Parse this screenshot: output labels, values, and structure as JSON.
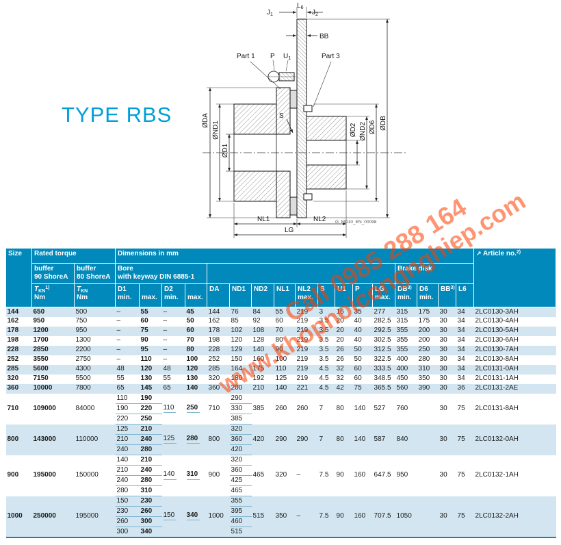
{
  "colors": {
    "header_bg": "#0089ba",
    "stripe": "#d2e5f0",
    "accent_title": "#009fd9",
    "watermark": "#ff3d00",
    "subline": "#7fb5d1"
  },
  "title": {
    "text": "TYPE RBS"
  },
  "watermark": {
    "line1": "Call 0985 288 164",
    "line2": "www.khopnoicongnghiep.com"
  },
  "drawing": {
    "labels": {
      "j1_base": "J",
      "j1_sub": "1",
      "l6_base": "L",
      "l6_sub": "6",
      "j2_base": "J",
      "j2_sub": "2",
      "bb": "BB",
      "part1": "Part 1",
      "p": "P",
      "u1_base": "U",
      "u1_sub": "1",
      "part3": "Part 3",
      "da": "ØDA",
      "nd1": "ØND1",
      "d1": "ØD1",
      "s": "S",
      "d2": "ØD2",
      "nd2": "ØND2",
      "d6": "ØD6",
      "db": "ØDB",
      "nl1": "NL1",
      "nl2": "NL2",
      "lg": "LG",
      "ref": "G_MD10_EN_00098"
    }
  },
  "table": {
    "header": {
      "size": "Size",
      "rated_torque": "Rated torque",
      "dimensions": "Dimensions in mm",
      "arrow": "↗",
      "article": "Article no.",
      "article_sup": "2)",
      "buffer90_a": "buffer",
      "buffer90_b": "90 ShoreA",
      "buffer80_a": "buffer",
      "buffer80_b": "80 ShoreA",
      "bore_a": "Bore",
      "bore_b": "with keyway DIN 6885-1",
      "brake_disk": "Brake disk",
      "t_base": "T",
      "t_sub": "KN",
      "t90_sup": "1)",
      "nm": "Nm",
      "d1": "D1",
      "d2": "D2",
      "min": "min.",
      "max": "max.",
      "da": "DA",
      "nd1": "ND1",
      "nd2": "ND2",
      "nl1": "NL1",
      "nl2": "NL2",
      "s": "S",
      "u1": "U1",
      "p": "P",
      "lg": "LG",
      "db": "DB",
      "db_sup": "3)",
      "d6": "D6",
      "bb": "BB",
      "bb_sup": "3)",
      "l6": "L6"
    },
    "rows": [
      {
        "size": "144",
        "t90": "650",
        "t80": "500",
        "bores": [
          {
            "min": "–",
            "max": "55"
          }
        ],
        "d2min": "–",
        "d2max": "45",
        "da": "144",
        "nd1": [
          "76"
        ],
        "nd2": "84",
        "nl1": "55",
        "nl2": "219",
        "s": "3",
        "u1": "16",
        "p": "35",
        "lg": "277",
        "db": "315",
        "d6": "175",
        "bb": "30",
        "l6": "34",
        "article": "2LC0130-3AH"
      },
      {
        "size": "162",
        "t90": "950",
        "t80": "750",
        "bores": [
          {
            "min": "–",
            "max": "60"
          }
        ],
        "d2min": "–",
        "d2max": "50",
        "da": "162",
        "nd1": [
          "85"
        ],
        "nd2": "92",
        "nl1": "60",
        "nl2": "219",
        "s": "3.5",
        "u1": "20",
        "p": "40",
        "lg": "282.5",
        "db": "315",
        "d6": "175",
        "bb": "30",
        "l6": "34",
        "article": "2LC0130-4AH"
      },
      {
        "size": "178",
        "t90": "1200",
        "t80": "950",
        "bores": [
          {
            "min": "–",
            "max": "75"
          }
        ],
        "d2min": "–",
        "d2max": "60",
        "da": "178",
        "nd1": [
          "102"
        ],
        "nd2": "108",
        "nl1": "70",
        "nl2": "219",
        "s": "3.5",
        "u1": "20",
        "p": "40",
        "lg": "292.5",
        "db": "355",
        "d6": "200",
        "bb": "30",
        "l6": "34",
        "article": "2LC0130-5AH"
      },
      {
        "size": "198",
        "t90": "1700",
        "t80": "1300",
        "bores": [
          {
            "min": "–",
            "max": "90"
          }
        ],
        "d2min": "–",
        "d2max": "70",
        "da": "198",
        "nd1": [
          "120"
        ],
        "nd2": "128",
        "nl1": "80",
        "nl2": "219",
        "s": "3.5",
        "u1": "20",
        "p": "40",
        "lg": "302.5",
        "db": "355",
        "d6": "200",
        "bb": "30",
        "l6": "34",
        "article": "2LC0130-6AH"
      },
      {
        "size": "228",
        "t90": "2850",
        "t80": "2200",
        "bores": [
          {
            "min": "–",
            "max": "95"
          }
        ],
        "d2min": "–",
        "d2max": "80",
        "da": "228",
        "nd1": [
          "129"
        ],
        "nd2": "140",
        "nl1": "90",
        "nl2": "219",
        "s": "3.5",
        "u1": "26",
        "p": "50",
        "lg": "312.5",
        "db": "355",
        "d6": "250",
        "bb": "30",
        "l6": "34",
        "article": "2LC0130-7AH"
      },
      {
        "size": "252",
        "t90": "3550",
        "t80": "2750",
        "bores": [
          {
            "min": "–",
            "max": "110"
          }
        ],
        "d2min": "–",
        "d2max": "100",
        "da": "252",
        "nd1": [
          "150"
        ],
        "nd2": "160",
        "nl1": "100",
        "nl2": "219",
        "s": "3.5",
        "u1": "26",
        "p": "50",
        "lg": "322.5",
        "db": "400",
        "d6": "280",
        "bb": "30",
        "l6": "34",
        "article": "2LC0130-8AH"
      },
      {
        "size": "285",
        "t90": "5600",
        "t80": "4300",
        "bores": [
          {
            "min": "48",
            "max": "120"
          }
        ],
        "d2min": "48",
        "d2max": "120",
        "da": "285",
        "nd1": [
          "164"
        ],
        "nd2": "175",
        "nl1": "110",
        "nl2": "219",
        "s": "4.5",
        "u1": "32",
        "p": "60",
        "lg": "333.5",
        "db": "400",
        "d6": "310",
        "bb": "30",
        "l6": "34",
        "article": "2LC0131-0AH"
      },
      {
        "size": "320",
        "t90": "7150",
        "t80": "5500",
        "bores": [
          {
            "min": "55",
            "max": "130"
          }
        ],
        "d2min": "55",
        "d2max": "130",
        "da": "320",
        "nd1": [
          "180"
        ],
        "nd2": "192",
        "nl1": "125",
        "nl2": "219",
        "s": "4.5",
        "u1": "32",
        "p": "60",
        "lg": "348.5",
        "db": "450",
        "d6": "350",
        "bb": "30",
        "l6": "34",
        "article": "2LC0131-1AH"
      },
      {
        "size": "360",
        "t90": "10000",
        "t80": "7800",
        "bores": [
          {
            "min": "65",
            "max": "145"
          }
        ],
        "d2min": "65",
        "d2max": "140",
        "da": "360",
        "nd1": [
          "200"
        ],
        "nd2": "210",
        "nl1": "140",
        "nl2": "221",
        "s": "4.5",
        "u1": "42",
        "p": "75",
        "lg": "365.5",
        "db": "560",
        "d6": "390",
        "bb": "30",
        "l6": "36",
        "article": "2LC0131-2AE"
      },
      {
        "size": "710",
        "t90": "109000",
        "t80": "84000",
        "bores": [
          {
            "min": "110",
            "max": "190"
          },
          {
            "min": "190",
            "max": "220"
          },
          {
            "min": "220",
            "max": "250"
          }
        ],
        "d2min": "110",
        "d2max": "250",
        "da": "710",
        "nd1": [
          "290",
          "330",
          "385"
        ],
        "nd2": "385",
        "nl1": "260",
        "nl2": "260",
        "s": "7",
        "u1": "80",
        "p": "140",
        "lg": "527",
        "db": "760",
        "d6": "",
        "bb": "30",
        "l6": "75",
        "article": "2LC0131-8AH"
      },
      {
        "size": "800",
        "t90": "143000",
        "t80": "110000",
        "bores": [
          {
            "min": "125",
            "max": "210"
          },
          {
            "min": "210",
            "max": "240"
          },
          {
            "min": "240",
            "max": "280"
          }
        ],
        "d2min": "125",
        "d2max": "280",
        "da": "800",
        "nd1": [
          "320",
          "360",
          "420"
        ],
        "nd2": "420",
        "nl1": "290",
        "nl2": "290",
        "s": "7",
        "u1": "80",
        "p": "140",
        "lg": "587",
        "db": "840",
        "d6": "",
        "bb": "30",
        "l6": "75",
        "article": "2LC0132-0AH"
      },
      {
        "size": "900",
        "t90": "195000",
        "t80": "150000",
        "bores": [
          {
            "min": "140",
            "max": "210"
          },
          {
            "min": "210",
            "max": "240"
          },
          {
            "min": "240",
            "max": "280"
          },
          {
            "min": "280",
            "max": "310"
          }
        ],
        "d2min": "140",
        "d2max": "310",
        "da": "900",
        "nd1": [
          "320",
          "360",
          "425",
          "465"
        ],
        "nd2": "465",
        "nl1": "320",
        "nl2": "–",
        "s": "7.5",
        "u1": "90",
        "p": "160",
        "lg": "647.5",
        "db": "950",
        "d6": "",
        "bb": "30",
        "l6": "75",
        "article": "2LC0132-1AH"
      },
      {
        "size": "1000",
        "t90": "250000",
        "t80": "195000",
        "bores": [
          {
            "min": "150",
            "max": "230"
          },
          {
            "min": "230",
            "max": "260"
          },
          {
            "min": "260",
            "max": "300"
          },
          {
            "min": "300",
            "max": "340"
          }
        ],
        "d2min": "150",
        "d2max": "340",
        "da": "1000",
        "nd1": [
          "355",
          "395",
          "460",
          "515"
        ],
        "nd2": "515",
        "nl1": "350",
        "nl2": "–",
        "s": "7.5",
        "u1": "90",
        "p": "160",
        "lg": "707.5",
        "db": "1050",
        "d6": "",
        "bb": "30",
        "l6": "75",
        "article": "2LC0132-2AH"
      }
    ]
  }
}
